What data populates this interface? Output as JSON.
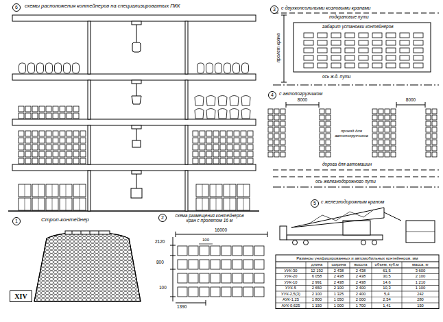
{
  "diagram": {
    "nodes": [
      {
        "text": [
          "XIV"
        ]
      }
    ],
    "labels": [
      "6",
      "схемы расположения контейнеров на специализированных ПКК",
      "3",
      "с двухконсольными козловыми кранами",
      "подкрановые пути",
      "габарит установки контейнеров",
      "пролет крана",
      "ось ж.д. пути",
      "4",
      "с автопогрузчиком",
      "8000",
      "8000",
      "проезд для автопогрузчиков",
      "дорога для автомашин",
      "ось железнодорожного пути",
      "5",
      "с железнодорожным краном",
      "1",
      "Строп-контейнер",
      "2",
      "схема размещения контейнеров кран с пролетом 16 м",
      "16000",
      "100",
      "2120",
      "800",
      "100",
      "1390",
      "Размеры унифицированных и автомобильных контейнеров, мм",
      "длина",
      "ширина",
      "высота",
      "объем, куб.м",
      "масса, кг",
      "УУК-30",
      "12 192",
      "2 438",
      "2 438",
      "61,5",
      "3 600",
      "УУК-20",
      "6 058",
      "2 438",
      "2 438",
      "30,5",
      "2 100",
      "УУК-10",
      "2 991",
      "2 438",
      "2 438",
      "14,6",
      "1 210",
      "УУК-5",
      "2 650",
      "2 100",
      "2 400",
      "10,3",
      "1 100",
      "УУК-2,5(3)",
      "2 100",
      "1 325",
      "2 400",
      "5,4",
      "242",
      "АУК-1,25",
      "1 800",
      "1 050",
      "2 000",
      "2,54",
      "280",
      "АУК-0,625",
      "1 150",
      "1 000",
      "1 700",
      "1,41",
      "150"
    ]
  }
}
